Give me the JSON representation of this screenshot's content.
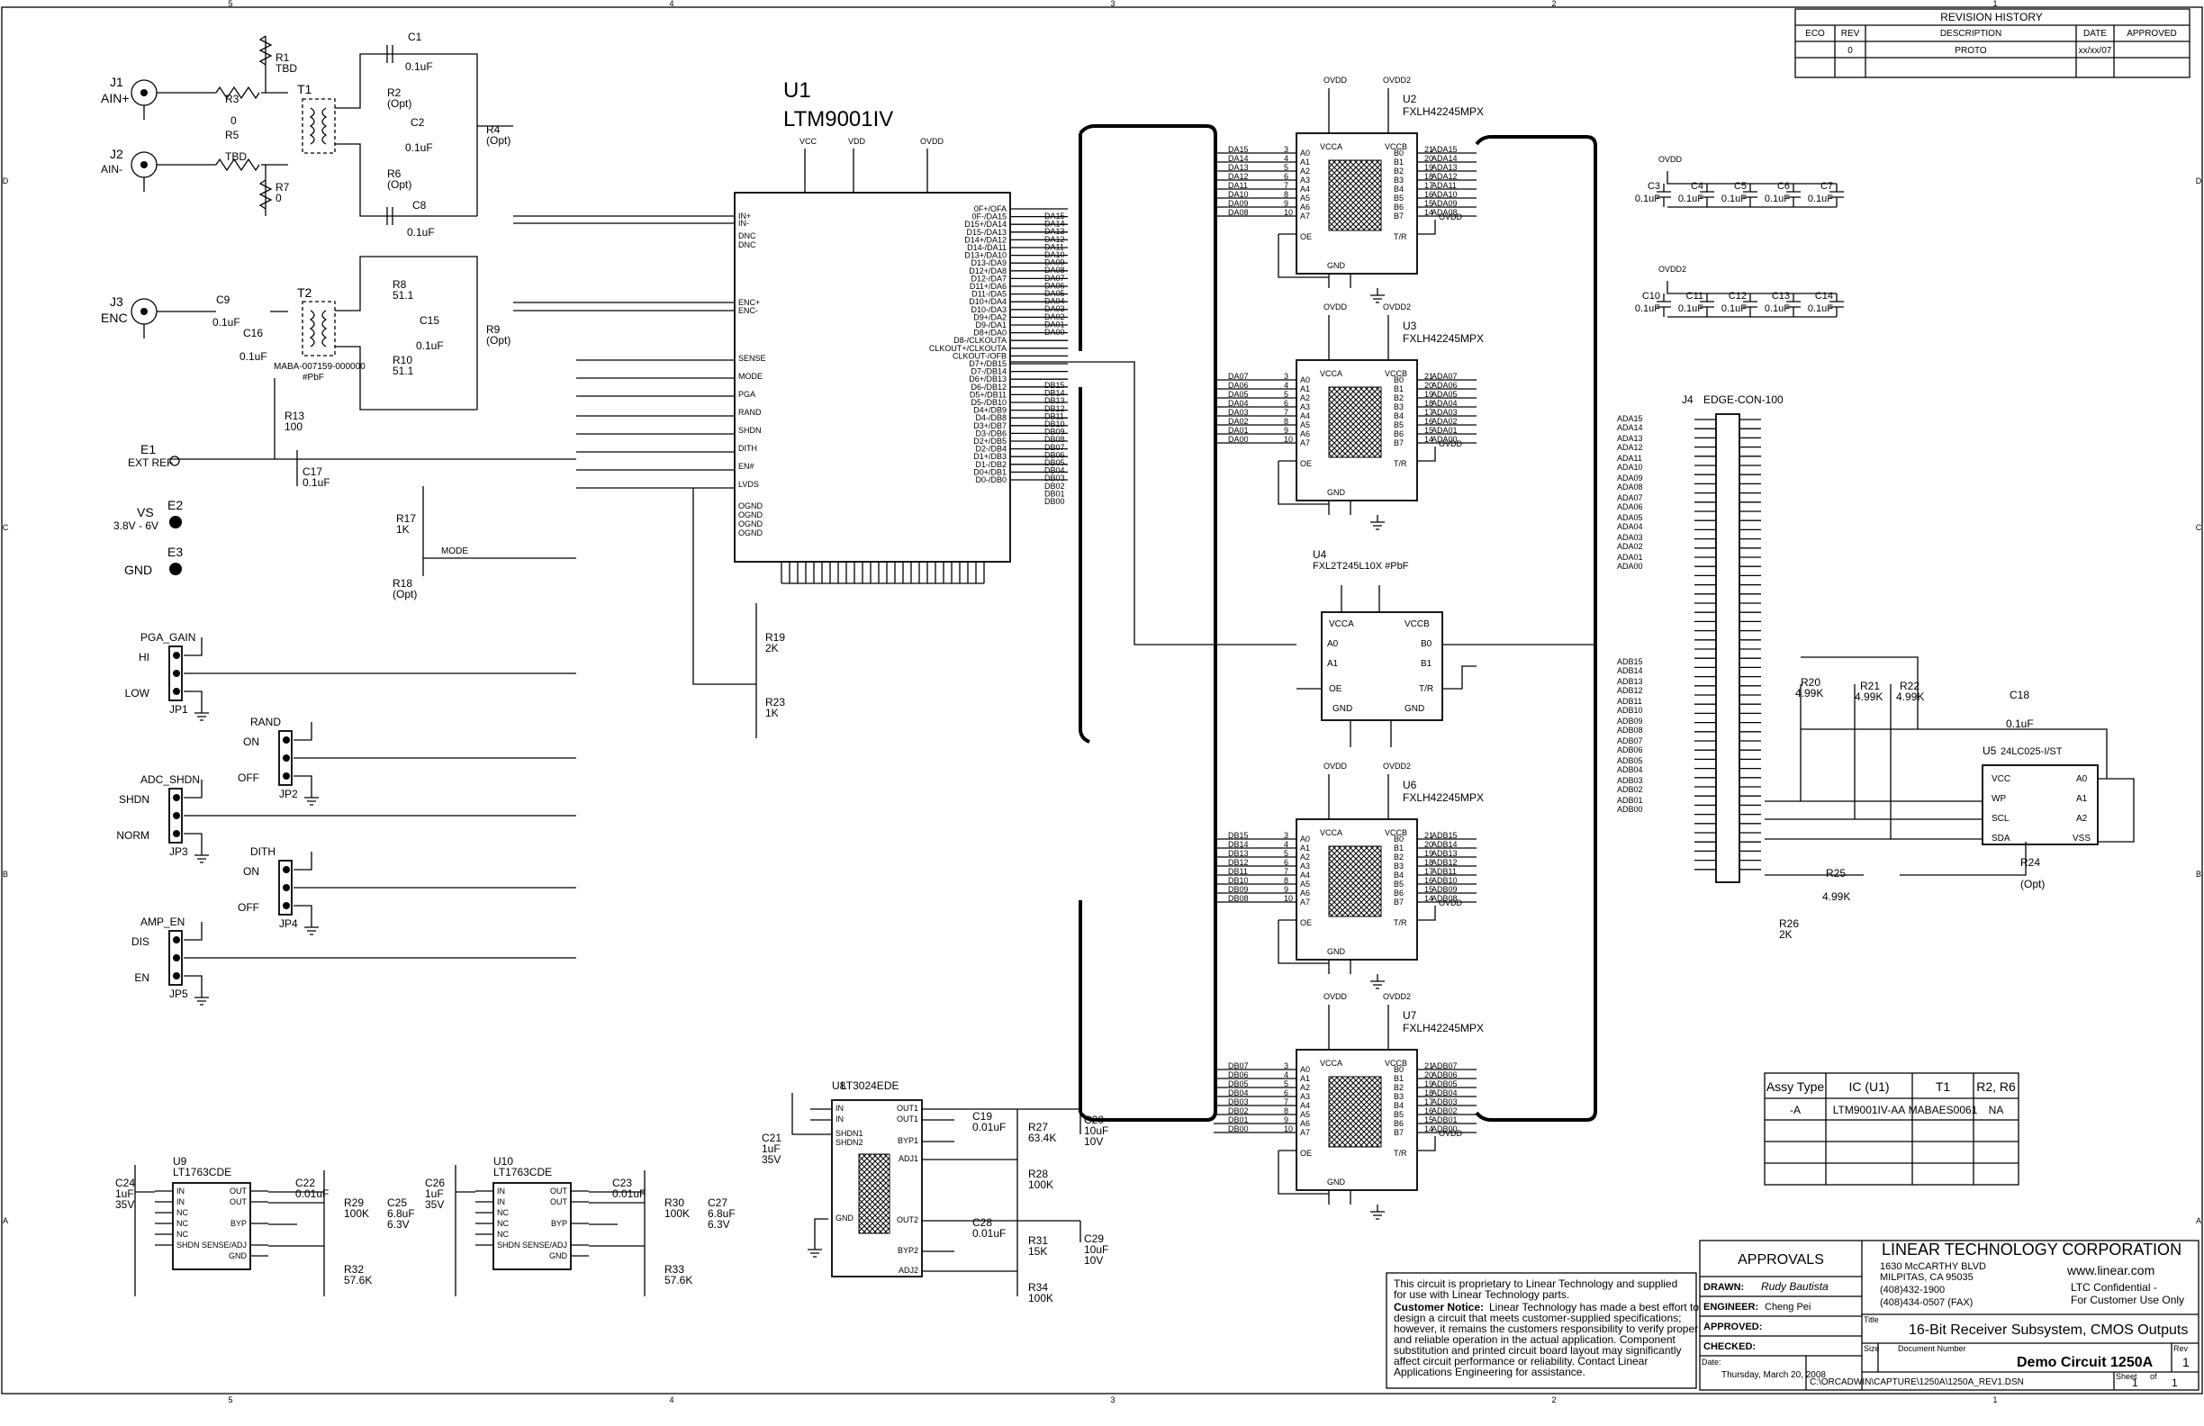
{
  "revision_history": {
    "title": "REVISION HISTORY",
    "headers": [
      "ECO",
      "REV",
      "DESCRIPTION",
      "DATE",
      "APPROVED"
    ],
    "row": [
      "",
      "0",
      "PROTO",
      "xx/xx/07",
      ""
    ]
  },
  "connectors": {
    "j1": {
      "ref": "J1",
      "label": "AIN+"
    },
    "j2": {
      "ref": "J2",
      "label": "AIN-"
    },
    "j3": {
      "ref": "J3",
      "label": "ENC"
    },
    "e1": {
      "ref": "E1",
      "label": "EXT REF"
    },
    "e2": {
      "ref": "E2",
      "label": "VS",
      "sub": "3.8V - 6V"
    },
    "e3": {
      "ref": "E3",
      "label": "GND"
    }
  },
  "u1": {
    "ref": "U1",
    "part": "LTM9001IV",
    "left_pins": [
      "IN+",
      "IN-",
      "DNC",
      "DNC",
      "ENC+",
      "ENC-",
      "SENSE",
      "MODE",
      "PGA",
      "RAND",
      "SHDN",
      "DITH",
      "EN#",
      "LVDS",
      "OGND",
      "OGND",
      "OGND",
      "OGND"
    ],
    "right_pins": [
      "0F+/OFA",
      "0F-/DA15",
      "D15+/DA14",
      "D15-/DA13",
      "D14+/DA12",
      "D14-/DA11",
      "D13+/DA10",
      "D13-/DA9",
      "D12+/DA8",
      "D12-/DA7",
      "D11+/DA6",
      "D11-/DA5",
      "D10+/DA4",
      "D10-/DA3",
      "D9+/DA2",
      "D9-/DA1",
      "D8+/DA0",
      "D8-/CLKOUTA",
      "CLKOUT+/CLKOUTA",
      "CLKOUT-/OFB",
      "D7+/DB15",
      "D7-/DB14",
      "D6+/DB13",
      "D6-/DB12",
      "D5+/DB11",
      "D5-/DB10",
      "D4+/DB9",
      "D4-/DB8",
      "D3+/DB7",
      "D3-/DB6",
      "D2+/DB5",
      "D2-/DB4",
      "D1+/DB3",
      "D1-/DB2",
      "D0+/DB1",
      "D0-/DB0"
    ],
    "net_right": [
      "DA15",
      "DA14",
      "DA13",
      "DA12",
      "DA11",
      "DA10",
      "DA09",
      "DA08",
      "DA07",
      "DA06",
      "DA05",
      "DA04",
      "DA03",
      "DA02",
      "DA01",
      "DA00",
      "DB15",
      "DB14",
      "DB13",
      "DB12",
      "DB11",
      "DB10",
      "DB09",
      "DB08",
      "DB07",
      "DB06",
      "DB05",
      "DB04",
      "DB03",
      "DB02",
      "DB01",
      "DB00"
    ],
    "supplies": [
      "VCC",
      "VDD",
      "OVDD"
    ]
  },
  "passives": [
    {
      "ref": "R1",
      "val": "TBD"
    },
    {
      "ref": "R3",
      "val": "0"
    },
    {
      "ref": "R5",
      "val": "TBD"
    },
    {
      "ref": "R7",
      "val": "0"
    },
    {
      "ref": "C1",
      "val": "0.1uF"
    },
    {
      "ref": "R2",
      "val": "(Opt)"
    },
    {
      "ref": "C2",
      "val": "0.1uF"
    },
    {
      "ref": "R6",
      "val": "(Opt)"
    },
    {
      "ref": "C8",
      "val": "0.1uF"
    },
    {
      "ref": "R4",
      "val": "(Opt)"
    },
    {
      "ref": "T1",
      "val": ""
    },
    {
      "ref": "T2",
      "val": ""
    },
    {
      "ref": "C9",
      "val": "0.1uF"
    },
    {
      "ref": "C16",
      "val": "0.1uF"
    },
    {
      "ref": "R8",
      "val": "51.1"
    },
    {
      "ref": "R10",
      "val": "51.1"
    },
    {
      "ref": "C15",
      "val": "0.1uF"
    },
    {
      "ref": "R9",
      "val": "(Opt)"
    },
    {
      "ref": "R13",
      "val": "100"
    },
    {
      "ref": "C17",
      "val": "0.1uF"
    },
    {
      "ref": "R17",
      "val": "1K"
    },
    {
      "ref": "R18",
      "val": "(Opt)"
    },
    {
      "ref": "R19",
      "val": "2K"
    },
    {
      "ref": "R23",
      "val": "1K"
    }
  ],
  "t2_part": "MABA-007159-000000",
  "pbf": "#PbF",
  "net_mode": "MODE",
  "jumpers": [
    {
      "ref": "JP1",
      "title": "PGA_GAIN",
      "top": "HI",
      "bot": "LOW"
    },
    {
      "ref": "JP2",
      "title": "RAND",
      "top": "ON",
      "bot": "OFF"
    },
    {
      "ref": "JP3",
      "title": "ADC_SHDN",
      "top": "SHDN",
      "bot": "NORM"
    },
    {
      "ref": "JP4",
      "title": "DITH",
      "top": "ON",
      "bot": "OFF"
    },
    {
      "ref": "JP5",
      "title": "AMP_EN",
      "top": "DIS",
      "bot": "EN"
    }
  ],
  "buffers": [
    {
      "ref": "U2",
      "part": "FXLH42245MPX",
      "in": [
        "DA15",
        "DA14",
        "DA13",
        "DA12",
        "DA11",
        "DA10",
        "DA09",
        "DA08"
      ],
      "out": [
        "ADA15",
        "ADA14",
        "ADA13",
        "ADA12",
        "ADA11",
        "ADA10",
        "ADA09",
        "ADA08"
      ]
    },
    {
      "ref": "U3",
      "part": "FXLH42245MPX",
      "in": [
        "DA07",
        "DA06",
        "DA05",
        "DA04",
        "DA03",
        "DA02",
        "DA01",
        "DA00"
      ],
      "out": [
        "ADA07",
        "ADA06",
        "ADA05",
        "ADA04",
        "ADA03",
        "ADA02",
        "ADA01",
        "ADA00"
      ]
    },
    {
      "ref": "U6",
      "part": "FXLH42245MPX",
      "in": [
        "DB15",
        "DB14",
        "DB13",
        "DB12",
        "DB11",
        "DB10",
        "DB09",
        "DB08"
      ],
      "out": [
        "ADB15",
        "ADB14",
        "ADB13",
        "ADB12",
        "ADB11",
        "ADB10",
        "ADB09",
        "ADB08"
      ]
    },
    {
      "ref": "U7",
      "part": "FXLH42245MPX",
      "in": [
        "DB07",
        "DB06",
        "DB05",
        "DB04",
        "DB03",
        "DB02",
        "DB01",
        "DB00"
      ],
      "out": [
        "ADB07",
        "ADB06",
        "ADB05",
        "ADB04",
        "ADB03",
        "ADB02",
        "ADB01",
        "ADB00"
      ]
    }
  ],
  "buffer_pins": {
    "a": [
      "A0",
      "A1",
      "A2",
      "A3",
      "A4",
      "A5",
      "A6",
      "A7"
    ],
    "b": [
      "B0",
      "B1",
      "B2",
      "B3",
      "B4",
      "B5",
      "B6",
      "B7"
    ],
    "pins_a": [
      "3",
      "4",
      "5",
      "6",
      "7",
      "8",
      "9",
      "10"
    ],
    "pins_b": [
      "21",
      "20",
      "19",
      "18",
      "17",
      "16",
      "15",
      "14"
    ],
    "vcca": "VCCA",
    "vccb": "VCCB",
    "oe": "OE",
    "tr": "T/R",
    "gnd": "GND",
    "ovdd": "OVDD",
    "ovdd2": "OVDD2"
  },
  "u4": {
    "ref": "U4",
    "part": "FXL2T245L10X #PbF",
    "pins": [
      "VCCA",
      "VCCB",
      "A0",
      "B0",
      "A1",
      "B1",
      "OE",
      "T/R",
      "GND",
      "GND"
    ]
  },
  "bypass_caps": {
    "row1": {
      "supply": "OVDD",
      "caps": [
        {
          "ref": "C3",
          "val": "0.1uF"
        },
        {
          "ref": "C4",
          "val": "0.1uF"
        },
        {
          "ref": "C5",
          "val": "0.1uF"
        },
        {
          "ref": "C6",
          "val": "0.1uF"
        },
        {
          "ref": "C7",
          "val": "0.1uF"
        }
      ]
    },
    "row2": {
      "supply": "OVDD2",
      "caps": [
        {
          "ref": "C10",
          "val": "0.1uF"
        },
        {
          "ref": "C11",
          "val": "0.1uF"
        },
        {
          "ref": "C12",
          "val": "0.1uF"
        },
        {
          "ref": "C13",
          "val": "0.1uF"
        },
        {
          "ref": "C14",
          "val": "0.1uF"
        }
      ]
    }
  },
  "j4": {
    "ref": "J4",
    "part": "EDGE-CON-100",
    "nets": [
      "ADA15",
      "ADA14",
      "ADA13",
      "ADA12",
      "ADA11",
      "ADA10",
      "ADA09",
      "ADA08",
      "ADA07",
      "ADA06",
      "ADA05",
      "ADA04",
      "ADA03",
      "ADA02",
      "ADA01",
      "ADA00",
      "ADB15",
      "ADB14",
      "ADB13",
      "ADB12",
      "ADB11",
      "ADB10",
      "ADB09",
      "ADB08",
      "ADB07",
      "ADB06",
      "ADB05",
      "ADB04",
      "ADB03",
      "ADB02",
      "ADB01",
      "ADB00"
    ]
  },
  "eeprom": {
    "ref": "U5",
    "part": "24LC025-I/ST",
    "pins": [
      "VCC",
      "WP",
      "SCL",
      "SDA",
      "A0",
      "A1",
      "A2",
      "VSS"
    ],
    "parts": [
      {
        "ref": "R20",
        "val": "4.99K"
      },
      {
        "ref": "R21",
        "val": "4.99K"
      },
      {
        "ref": "R22",
        "val": "4.99K"
      },
      {
        "ref": "C18",
        "val": "0.1uF"
      },
      {
        "ref": "R24",
        "val": "(Opt)"
      },
      {
        "ref": "R25",
        "val": "4.99K"
      },
      {
        "ref": "R26",
        "val": "2K"
      }
    ]
  },
  "regulators": {
    "u9": {
      "ref": "U9",
      "part": "LT1763CDE",
      "pins": [
        "IN",
        "IN",
        "NC",
        "NC",
        "NC",
        "SHDN",
        "OUT",
        "OUT",
        "BYP",
        "SENSE/ADJ",
        "GND"
      ]
    },
    "u10": {
      "ref": "U10",
      "part": "LT1763CDE",
      "pins": [
        "IN",
        "IN",
        "NC",
        "NC",
        "NC",
        "SHDN",
        "OUT",
        "OUT",
        "BYP",
        "SENSE/ADJ",
        "GND"
      ]
    },
    "u8": {
      "ref": "U8",
      "part": "LT3024EDE",
      "pins": [
        "IN",
        "IN",
        "SHDN1",
        "SHDN2",
        "GND",
        "OUT1",
        "OUT1",
        "BYP1",
        "ADJ1",
        "OUT2",
        "BYP2",
        "ADJ2"
      ]
    },
    "parts": [
      {
        "ref": "C24",
        "val": "1uF",
        "v": "35V"
      },
      {
        "ref": "C22",
        "val": "0.01uF"
      },
      {
        "ref": "R29",
        "val": "100K"
      },
      {
        "ref": "C25",
        "val": "6.8uF",
        "v": "6.3V"
      },
      {
        "ref": "R32",
        "val": "57.6K"
      },
      {
        "ref": "C26",
        "val": "1uF",
        "v": "35V"
      },
      {
        "ref": "C23",
        "val": "0.01uF"
      },
      {
        "ref": "R30",
        "val": "100K"
      },
      {
        "ref": "C27",
        "val": "6.8uF",
        "v": "6.3V"
      },
      {
        "ref": "R33",
        "val": "57.6K"
      },
      {
        "ref": "C21",
        "val": "1uF",
        "v": "35V"
      },
      {
        "ref": "C19",
        "val": "0.01uF"
      },
      {
        "ref": "R27",
        "val": "63.4K"
      },
      {
        "ref": "R28",
        "val": "100K"
      },
      {
        "ref": "C20",
        "val": "10uF",
        "v": "10V"
      },
      {
        "ref": "C28",
        "val": "0.01uF"
      },
      {
        "ref": "R31",
        "val": "15K"
      },
      {
        "ref": "R34",
        "val": "100K"
      },
      {
        "ref": "C29",
        "val": "10uF",
        "v": "10V"
      }
    ]
  },
  "assy_table": {
    "headers": [
      "Assy Type",
      "IC (U1)",
      "T1",
      "R2, R6"
    ],
    "row": [
      "-A",
      "LTM9001IV-AA",
      "MABAES0061",
      "NA"
    ]
  },
  "notice": {
    "line1": "This circuit is proprietary to Linear Technology and supplied",
    "line2": "for use with Linear Technology parts.",
    "bold": "Customer Notice:",
    "body": [
      "Linear Technology has made a best effort to",
      "design a circuit that meets customer-supplied specifications;",
      "however, it remains the customers responsibility to verify proper",
      "and reliable operation in the actual application. Component",
      "substitution and printed circuit board layout may significantly",
      "affect circuit performance or reliability. Contact Linear",
      "Applications Engineering for assistance."
    ]
  },
  "title_block": {
    "approvals": "APPROVALS",
    "drawn_label": "DRAWN:",
    "drawn": "Rudy Bautista",
    "engineer_label": "ENGINEER:",
    "engineer": "Cheng Pei",
    "approved_label": "APPROVED:",
    "checked_label": "CHECKED:",
    "company": "LINEAR TECHNOLOGY CORPORATION",
    "addr1": "1630 McCARTHY BLVD",
    "addr2": "MILPITAS, CA  95035",
    "phone": "(408)432-1900",
    "fax": "(408)434-0507 (FAX)",
    "web": "www.linear.com",
    "conf1": "LTC Confidential -",
    "conf2": "For Customer Use Only",
    "title_label": "Title",
    "title": "16-Bit Receiver Subsystem, CMOS Outputs",
    "size_label": "Size",
    "docnum_label": "Document Number",
    "docnum": "Demo Circuit 1250A",
    "rev_label": "Rev",
    "rev": "1",
    "date_label": "Date:",
    "date": "Thursday, March 20, 2008",
    "path": "C:\\ORCADWIN\\CAPTURE\\1250A\\1250A_REV1.DSN",
    "sheet_label": "Sheet",
    "sheet": "1",
    "of_label": "of",
    "of": "1"
  },
  "frame": {
    "cols": [
      "5",
      "4",
      "3",
      "2",
      "1"
    ],
    "rows": [
      "D",
      "C",
      "B",
      "A"
    ]
  }
}
